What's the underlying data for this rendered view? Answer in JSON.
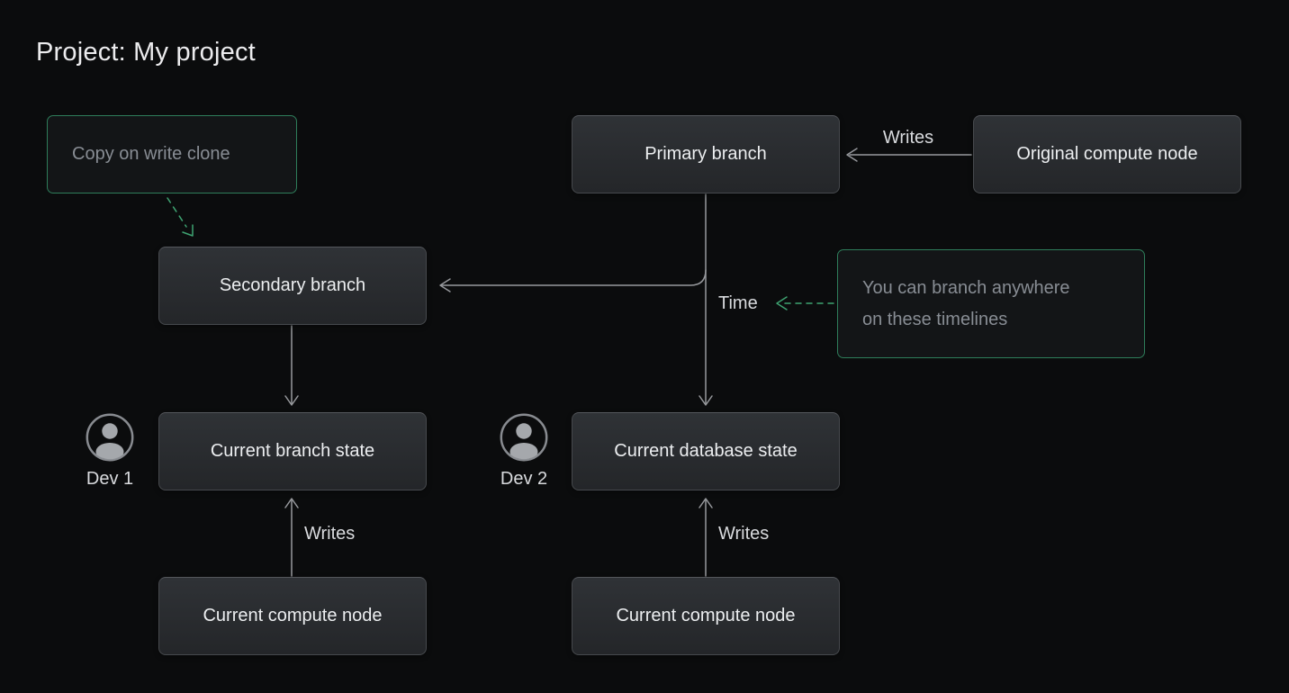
{
  "title": "Project: My project",
  "theme": {
    "background": "#0b0c0d",
    "title_text": "#ececee",
    "node_fill_top": "#2f3236",
    "node_fill_bottom": "#242629",
    "node_border": "#46494d",
    "node_border_top": "#54575c",
    "node_text": "#eceef0",
    "annotation_border": "#2e7d5a",
    "annotation_fill": "#131517",
    "annotation_text": "#888d94",
    "label_text": "#d9dbde",
    "line": "#97999d",
    "accent_green": "#3ea371",
    "avatar_ring": "#888b90",
    "avatar_fill": "#a5a8ac"
  },
  "nodes": {
    "copy_on_write_clone": {
      "label": "Copy on write clone"
    },
    "primary_branch": {
      "label": "Primary branch"
    },
    "original_compute_node": {
      "label": "Original compute node"
    },
    "secondary_branch": {
      "label": "Secondary branch"
    },
    "branch_note": {
      "lines": [
        "You can branch anywhere",
        "on these timelines"
      ]
    },
    "current_branch_state": {
      "label": "Current branch state"
    },
    "current_database_state": {
      "label": "Current database state"
    },
    "current_compute_node_left": {
      "label": "Current compute node"
    },
    "current_compute_node_right": {
      "label": "Current compute node"
    }
  },
  "labels": {
    "writes_top": "Writes",
    "time": "Time",
    "writes_left": "Writes",
    "writes_right": "Writes",
    "dev_1": "Dev 1",
    "dev_2": "Dev 2"
  },
  "icons": {
    "dev_1_avatar": "user-avatar",
    "dev_2_avatar": "user-avatar"
  }
}
